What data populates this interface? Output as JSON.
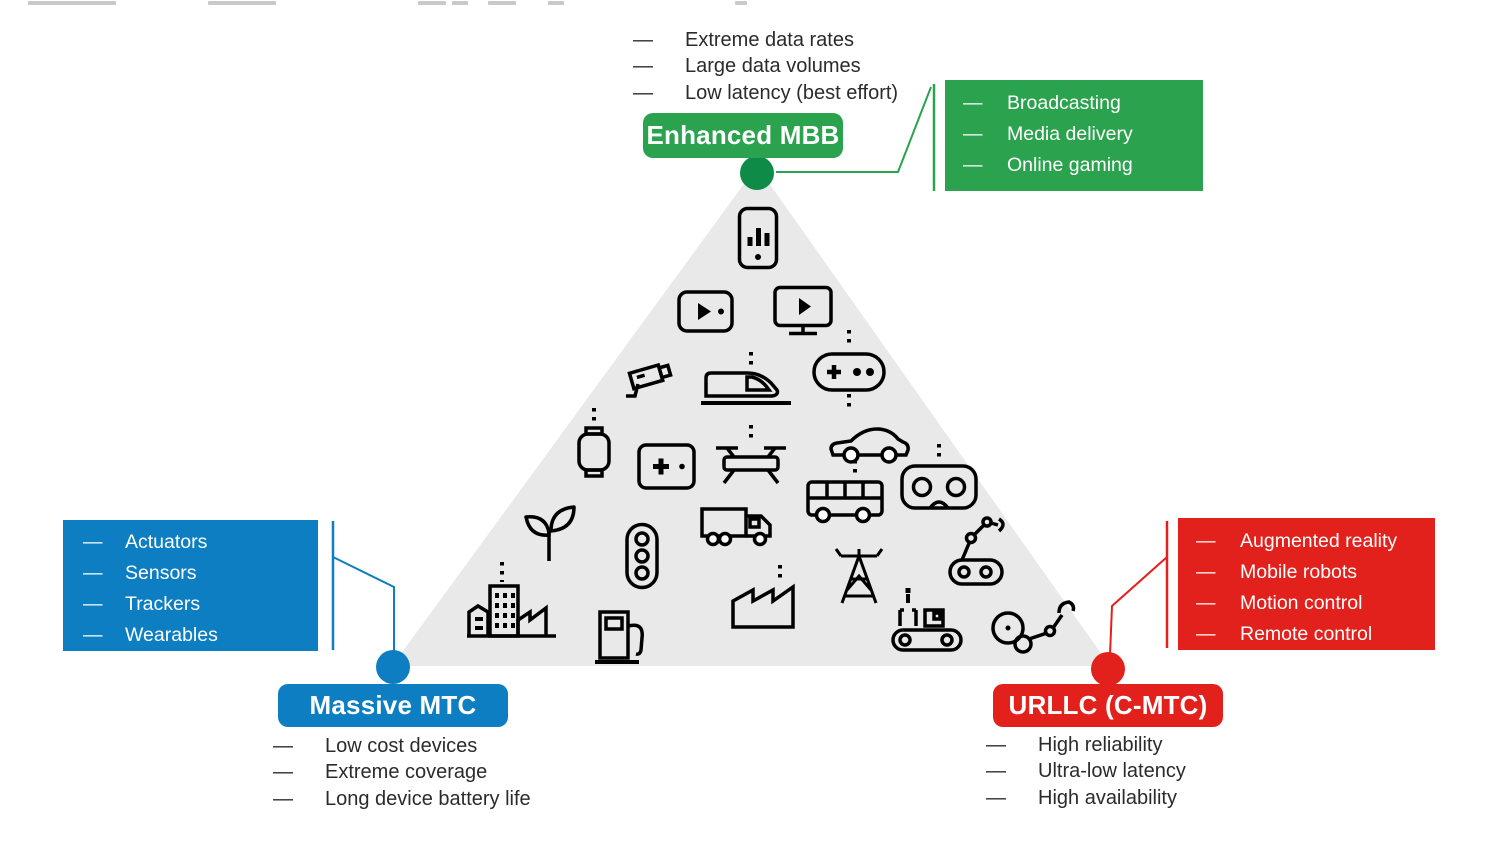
{
  "diagram": {
    "bullet_char": "—",
    "triangle_color": "#e9e9e9",
    "icon_stroke": "#000000",
    "corners": {
      "embb": {
        "label": "Enhanced MBB",
        "color": "#2aa24e",
        "dot_color": "#0e8c47",
        "characteristics": [
          "Extreme data rates",
          "Large data volumes",
          "Low latency (best effort)"
        ],
        "use_cases": [
          "Broadcasting",
          "Media delivery",
          "Online gaming"
        ]
      },
      "mmtc": {
        "label": "Massive MTC",
        "color": "#0d7ec1",
        "dot_color": "#0d7ec1",
        "characteristics": [
          "Low cost devices",
          "Extreme coverage",
          "Long device battery life"
        ],
        "use_cases": [
          "Actuators",
          "Sensors",
          "Trackers",
          "Wearables"
        ]
      },
      "urllc": {
        "label": "URLLC (C-MTC)",
        "color": "#e3211c",
        "dot_color": "#e3211c",
        "characteristics": [
          "High reliability",
          "Ultra-low latency",
          "High availability"
        ],
        "use_cases": [
          "Augmented reality",
          "Mobile robots",
          "Motion control",
          "Remote control"
        ]
      }
    },
    "icons": [
      "smartphone-media",
      "video-player",
      "smart-tv",
      "game-controller",
      "surveillance-camera",
      "train",
      "smartwatch",
      "health-tablet",
      "drone",
      "car",
      "bus",
      "vr-headset",
      "plant",
      "traffic-light",
      "truck",
      "city-buildings",
      "fuel-pump",
      "factory",
      "radio-tower",
      "mobile-robot",
      "conveyor-belt",
      "robotic-arm"
    ]
  }
}
